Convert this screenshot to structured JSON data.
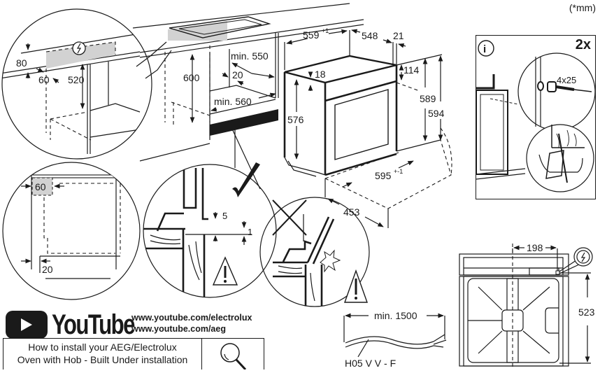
{
  "units_note": "(*mm)",
  "main_view": {
    "hob_cabinet_dims": {
      "height_600": "600",
      "depth_min_550": "min. 550",
      "gap_20": "20",
      "width_min_560": "min. 560"
    },
    "oven_dims": {
      "width_559": "559",
      "width_559_tolerance": "+1",
      "depth_548": "548",
      "door_21": "21",
      "top_18": "18",
      "panel_114": "114",
      "height_576": "576",
      "height_589": "589",
      "height_594": "594",
      "width_595": "595",
      "width_595_tolerance": "+-1",
      "door_open_453": "453"
    }
  },
  "detail_hob_connection": {
    "dim_80": "80",
    "dim_60": "60",
    "dim_520": "520",
    "icon": "electric-bolt-icon"
  },
  "detail_cabinet_side": {
    "dim_60": "60",
    "dim_20": "20"
  },
  "detail_correct": {
    "dim_5": "5",
    "dim_1": "1",
    "icons": [
      "checkmark-icon",
      "warning-icon"
    ]
  },
  "detail_wrong": {
    "icons": [
      "cross-icon",
      "collision-spark-icon"
    ]
  },
  "info_panel": {
    "icon": "info-icon",
    "quantity": "2x",
    "screw": "4x25"
  },
  "cable": {
    "length": "min. 1500",
    "type": "H05 V V - F",
    "icon": "warning-icon"
  },
  "front_view": {
    "dim_198": "198",
    "dim_523": "523",
    "icon": "electric-bolt-icon"
  },
  "youtube": {
    "brand": "YouTube",
    "links": [
      "www.youtube.com/electrolux",
      "www.youtube.com/aeg"
    ],
    "howto_line1": "How to install your AEG/Electrolux",
    "howto_line2": "Oven with Hob - Built Under installation",
    "search_icon": "magnifier-icon"
  }
}
